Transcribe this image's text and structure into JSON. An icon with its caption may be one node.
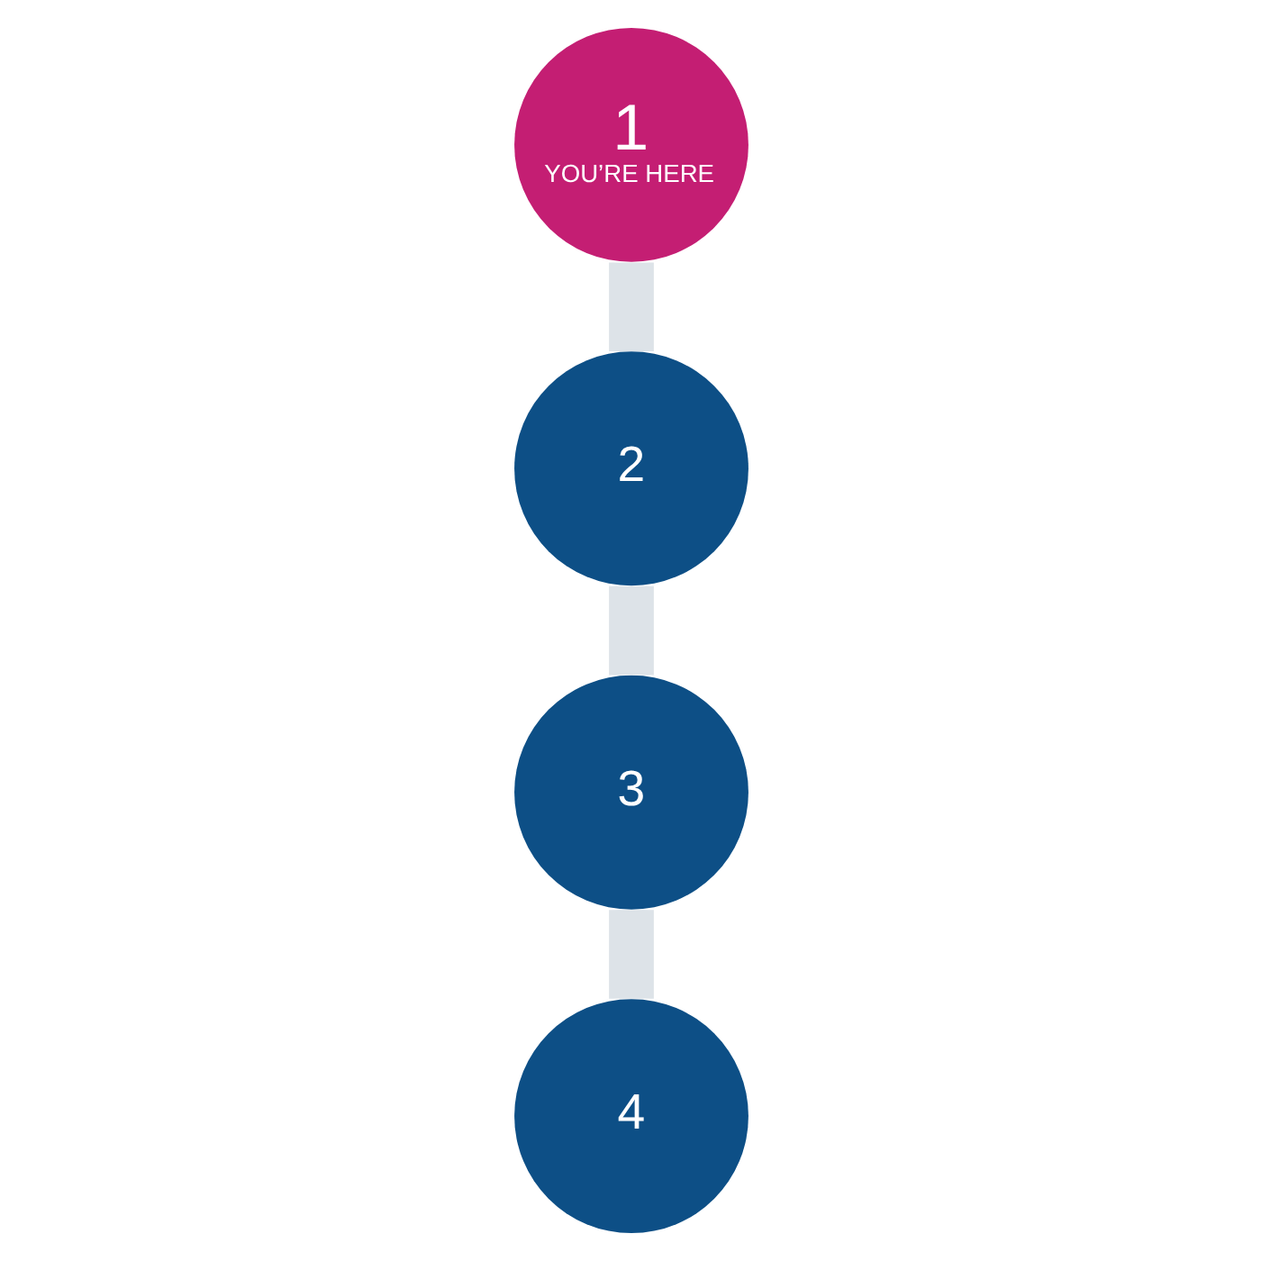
{
  "diagram": {
    "nodes": [
      {
        "text": [
          "1",
          "YOU’RE HERE"
        ]
      },
      {
        "text": [
          "2"
        ]
      },
      {
        "text": [
          "3"
        ]
      },
      {
        "text": [
          "4"
        ]
      }
    ],
    "edges": [
      {
        "from": 0,
        "to": 1,
        "arrow": "none"
      },
      {
        "from": 1,
        "to": 2,
        "arrow": "none"
      },
      {
        "from": 2,
        "to": 3,
        "arrow": "none"
      }
    ]
  }
}
